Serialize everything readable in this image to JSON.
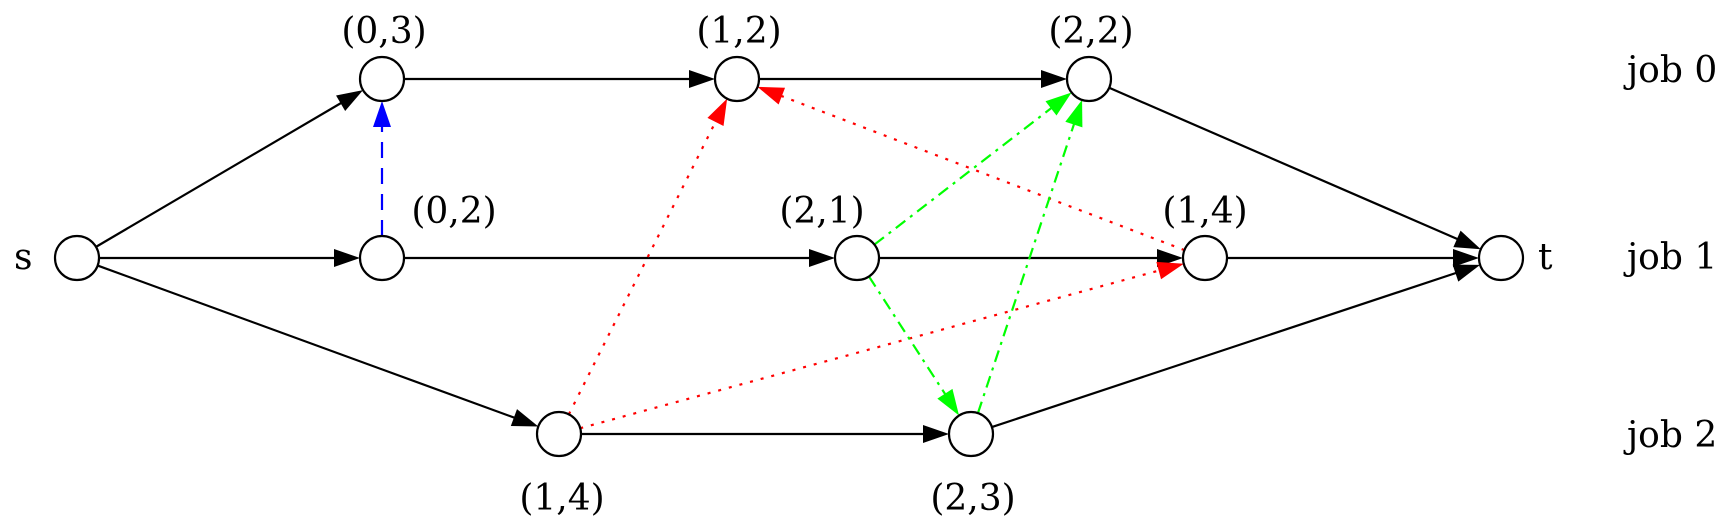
{
  "diagram": {
    "source_label": "s",
    "sink_label": "t",
    "job_labels": [
      "job 0",
      "job 1",
      "job 2"
    ],
    "nodes": [
      {
        "id": "s",
        "label": ""
      },
      {
        "id": "t",
        "label": ""
      },
      {
        "id": "j0a",
        "label": "(0,3)"
      },
      {
        "id": "j0b",
        "label": "(1,2)"
      },
      {
        "id": "j0c",
        "label": "(2,2)"
      },
      {
        "id": "j1a",
        "label": "(0,2)"
      },
      {
        "id": "j1b",
        "label": "(2,1)"
      },
      {
        "id": "j1c",
        "label": "(1,4)"
      },
      {
        "id": "j2a",
        "label": "(1,4)"
      },
      {
        "id": "j2b",
        "label": "(2,3)"
      }
    ],
    "edges": [
      {
        "from": "s",
        "to": "j0a",
        "style": "solid",
        "color": "#000000"
      },
      {
        "from": "s",
        "to": "j1a",
        "style": "solid",
        "color": "#000000"
      },
      {
        "from": "s",
        "to": "j2a",
        "style": "solid",
        "color": "#000000"
      },
      {
        "from": "j0a",
        "to": "j0b",
        "style": "solid",
        "color": "#000000"
      },
      {
        "from": "j0b",
        "to": "j0c",
        "style": "solid",
        "color": "#000000"
      },
      {
        "from": "j0c",
        "to": "t",
        "style": "solid",
        "color": "#000000"
      },
      {
        "from": "j1a",
        "to": "j1b",
        "style": "solid",
        "color": "#000000"
      },
      {
        "from": "j1b",
        "to": "j1c",
        "style": "solid",
        "color": "#000000"
      },
      {
        "from": "j1c",
        "to": "t",
        "style": "solid",
        "color": "#000000"
      },
      {
        "from": "j2a",
        "to": "j2b",
        "style": "solid",
        "color": "#000000"
      },
      {
        "from": "j2b",
        "to": "t",
        "style": "solid",
        "color": "#000000"
      },
      {
        "from": "j1a",
        "to": "j0a",
        "style": "dashed",
        "color": "#0000ff"
      },
      {
        "from": "j2a",
        "to": "j0b",
        "style": "dotted",
        "color": "#ff0000"
      },
      {
        "from": "j1c",
        "to": "j0b",
        "style": "dotted",
        "color": "#ff0000"
      },
      {
        "from": "j2a",
        "to": "j1c",
        "style": "dotted",
        "color": "#ff0000"
      },
      {
        "from": "j1b",
        "to": "j0c",
        "style": "dashdot",
        "color": "#00ff00"
      },
      {
        "from": "j1b",
        "to": "j2b",
        "style": "dashdot",
        "color": "#00ff00"
      },
      {
        "from": "j2b",
        "to": "j0c",
        "style": "dashdot",
        "color": "#00ff00"
      }
    ]
  }
}
